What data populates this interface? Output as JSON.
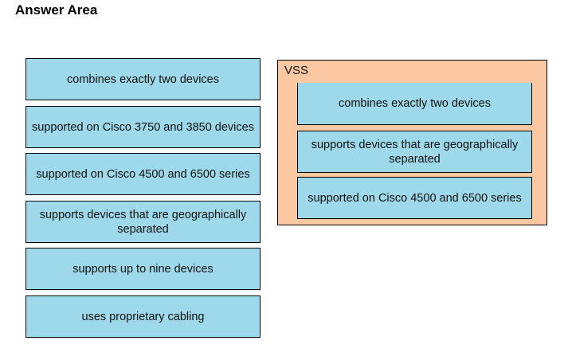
{
  "title": "Answer Area",
  "source_items": [
    {
      "label": "combines exactly two devices"
    },
    {
      "label": "supported on Cisco 3750 and 3850 devices"
    },
    {
      "label": "supported on Cisco 4500 and 6500 series"
    },
    {
      "label": "supports devices that are geographically separated"
    },
    {
      "label": "supports up to nine devices"
    },
    {
      "label": "uses proprietary cabling"
    }
  ],
  "target": {
    "label": "VSS",
    "items": [
      {
        "label": "combines exactly two devices"
      },
      {
        "label": "supports devices that are geographically separated"
      },
      {
        "label": "supported on Cisco 4500 and 6500 series"
      }
    ]
  }
}
